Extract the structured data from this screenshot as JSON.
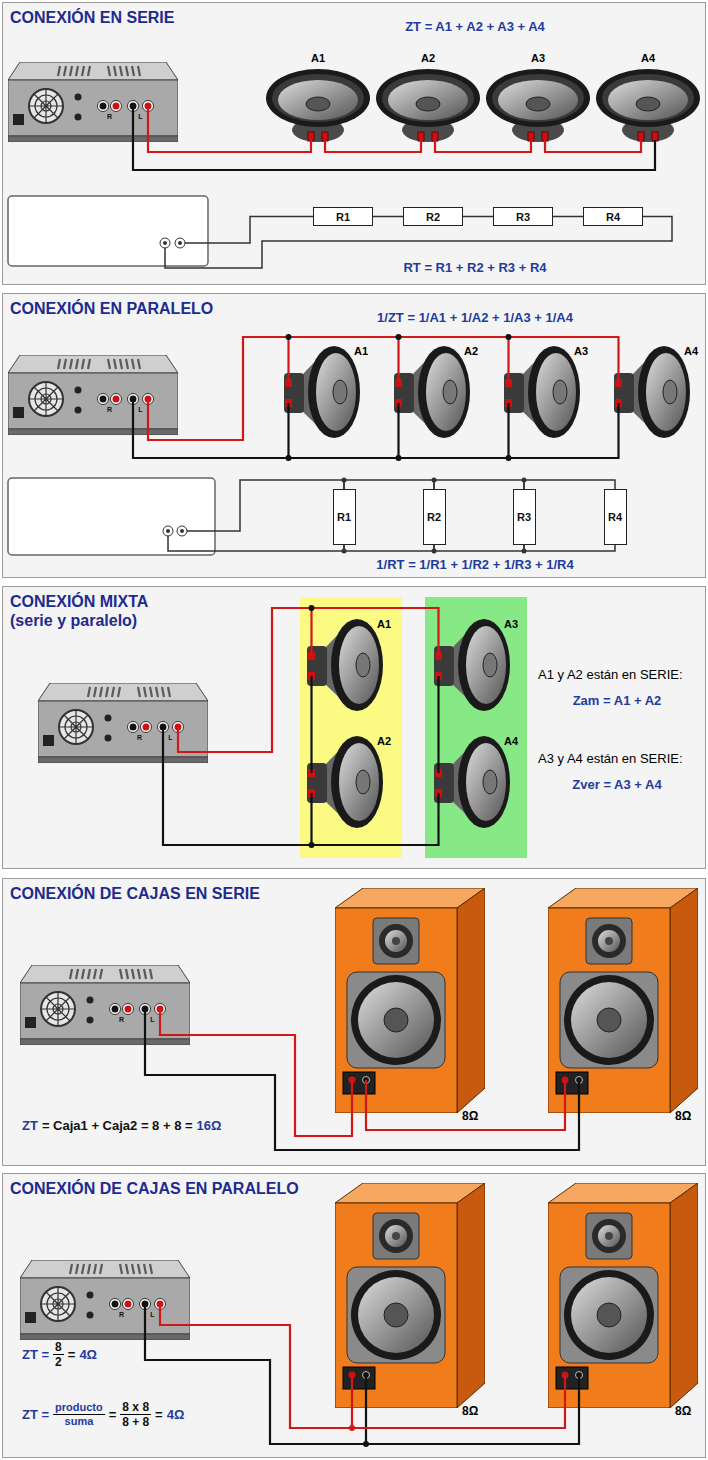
{
  "diagram": {
    "nodes": [
      {
        "text": [
          "CONEXIÓN EN SERIE"
        ]
      },
      {
        "text": [
          "R1"
        ],
        "in": 0
      },
      {
        "text": [
          "R2"
        ],
        "in": 0
      },
      {
        "text": [
          "R3"
        ],
        "in": 0
      },
      {
        "text": [
          "R4"
        ],
        "in": 0
      },
      {
        "text": [
          "CONEXIÓN EN PARALELO"
        ]
      },
      {
        "text": [
          "R1"
        ],
        "in": 5
      },
      {
        "text": [
          "R2"
        ],
        "in": 5
      },
      {
        "text": [
          "R3"
        ],
        "in": 5
      },
      {
        "text": [
          "R4"
        ],
        "in": 5
      },
      {
        "text": [
          "CONEXIÓN MIXTA (serie y paralelo)"
        ]
      },
      {
        "text": [
          "CONEXIÓN DE CAJAS EN SERIE"
        ]
      },
      {
        "text": [
          "CONEXIÓN DE CAJAS EN PARALELO"
        ]
      }
    ],
    "edges": [
      {
        "from": 1,
        "to": 2,
        "arrow": "none"
      },
      {
        "from": 2,
        "to": 3,
        "arrow": "none"
      },
      {
        "from": 3,
        "to": 4,
        "arrow": "none"
      },
      {
        "from": 6,
        "to": 7,
        "arrow": "none"
      },
      {
        "from": 7,
        "to": 8,
        "arrow": "none"
      },
      {
        "from": 8,
        "to": 9,
        "arrow": "none"
      },
      {
        "from": 6,
        "to": 7,
        "arrow": "none"
      },
      {
        "from": 7,
        "to": 8,
        "arrow": "none"
      },
      {
        "from": 8,
        "to": 9,
        "arrow": "none"
      }
    ],
    "labels": [
      "ZT = A1 + A2 + A3 + A4",
      "A1",
      "A2",
      "A3",
      "A4",
      "R",
      "L",
      "RT = R1 + R2 + R3 + R4",
      "1/ZT = 1/A1 + 1/A2 + 1/A3 + 1/A4",
      "A1",
      "A2",
      "A3",
      "A4",
      "R",
      "L",
      "1/RT = 1/R1 + 1/R2 + 1/R3 + 1/R4",
      "A1",
      "A2",
      "A3",
      "A4",
      "R",
      "L",
      "A1 y A2 están en SERIE:",
      "Zam = A1 + A2",
      "A3 y A4 están en SERIE:",
      "Zver = A3 + A4",
      "R",
      "L",
      "8Ω",
      "8Ω",
      "ZT",
      "= Caja1 + Caja2 = 8 + 8 =",
      "16Ω",
      "R",
      "L",
      "8Ω",
      "8Ω",
      "ZT =",
      "8",
      "2",
      "=",
      "4Ω",
      "ZT =",
      "producto",
      "suma",
      "=",
      "8 x 8",
      "8 + 8",
      "=",
      "4Ω"
    ]
  }
}
